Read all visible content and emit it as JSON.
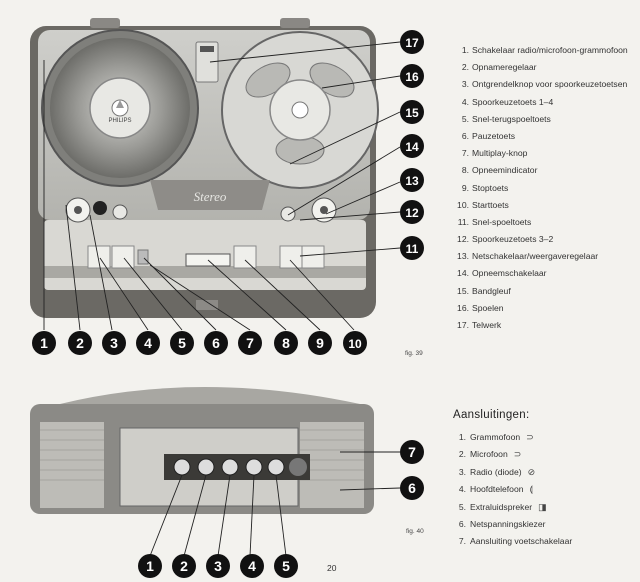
{
  "figure1": {
    "label": "fig. 39",
    "callouts": [
      "1",
      "2",
      "3",
      "4",
      "5",
      "6",
      "7",
      "8",
      "9",
      "10",
      "11",
      "12",
      "13",
      "14",
      "15",
      "16",
      "17"
    ],
    "device_text": {
      "brand": "PHILIPS",
      "logo": "Stereo"
    },
    "legend": [
      {
        "num": "1.",
        "text": "Schakelaar radio/microfoon-grammofoon"
      },
      {
        "num": "2.",
        "text": "Opnameregelaar"
      },
      {
        "num": "3.",
        "text": "Ontgrendelknop voor spoorkeuzetoetsen"
      },
      {
        "num": "4.",
        "text": "Spoorkeuzetoets 1–4"
      },
      {
        "num": "5.",
        "text": "Snel-terugspoeltoets"
      },
      {
        "num": "6.",
        "text": "Pauzetoets"
      },
      {
        "num": "7.",
        "text": "Multiplay-knop"
      },
      {
        "num": "8.",
        "text": "Opneemindicator"
      },
      {
        "num": "9.",
        "text": "Stoptoets"
      },
      {
        "num": "10.",
        "text": "Starttoets"
      },
      {
        "num": "11.",
        "text": "Snel-spoeltoets"
      },
      {
        "num": "12.",
        "text": "Spoorkeuzetoets 3–2"
      },
      {
        "num": "13.",
        "text": "Netschakelaar/weergaveregelaar"
      },
      {
        "num": "14.",
        "text": "Opneemschakelaar"
      },
      {
        "num": "15.",
        "text": "Bandgleuf"
      },
      {
        "num": "16.",
        "text": "Spoelen"
      },
      {
        "num": "17.",
        "text": "Telwerk"
      }
    ]
  },
  "figure2": {
    "label": "fig. 40",
    "heading": "Aansluitingen:",
    "callouts": [
      "1",
      "2",
      "3",
      "4",
      "5",
      "6",
      "7"
    ],
    "legend": [
      {
        "num": "1.",
        "text": "Grammofoon",
        "symbol": "⊃"
      },
      {
        "num": "2.",
        "text": "Microfoon",
        "symbol": "⊃"
      },
      {
        "num": "3.",
        "text": "Radio (diode)",
        "symbol": "⊘"
      },
      {
        "num": "4.",
        "text": "Hoofdtelefoon",
        "symbol": "⟬"
      },
      {
        "num": "5.",
        "text": "Extraluidspreker",
        "symbol": "◨"
      },
      {
        "num": "6.",
        "text": "Netspanningskiezer",
        "symbol": ""
      },
      {
        "num": "7.",
        "text": "Aansluiting voetschakelaar",
        "symbol": ""
      }
    ]
  },
  "page_number": "20"
}
